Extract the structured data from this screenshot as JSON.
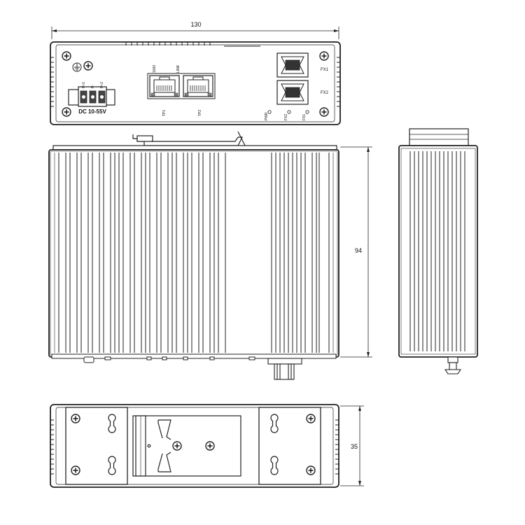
{
  "dimensions": {
    "width": "130",
    "height": "94",
    "depth": "35"
  },
  "front_panel": {
    "power_label": "DC 10-55V",
    "terminal_labels": [
      "P+1",
      "P-",
      "P+2"
    ],
    "port_tp1": "TP1",
    "port_tp2": "TP2",
    "led_1000": "1000",
    "led_link": "LINK",
    "fx1": "FX1",
    "fx2": "FX2",
    "led_pwr": "PWR",
    "led_fx2": "FX2",
    "led_fx1": "FX1"
  },
  "colors": {
    "line": "#222222",
    "background": "#ffffff"
  }
}
